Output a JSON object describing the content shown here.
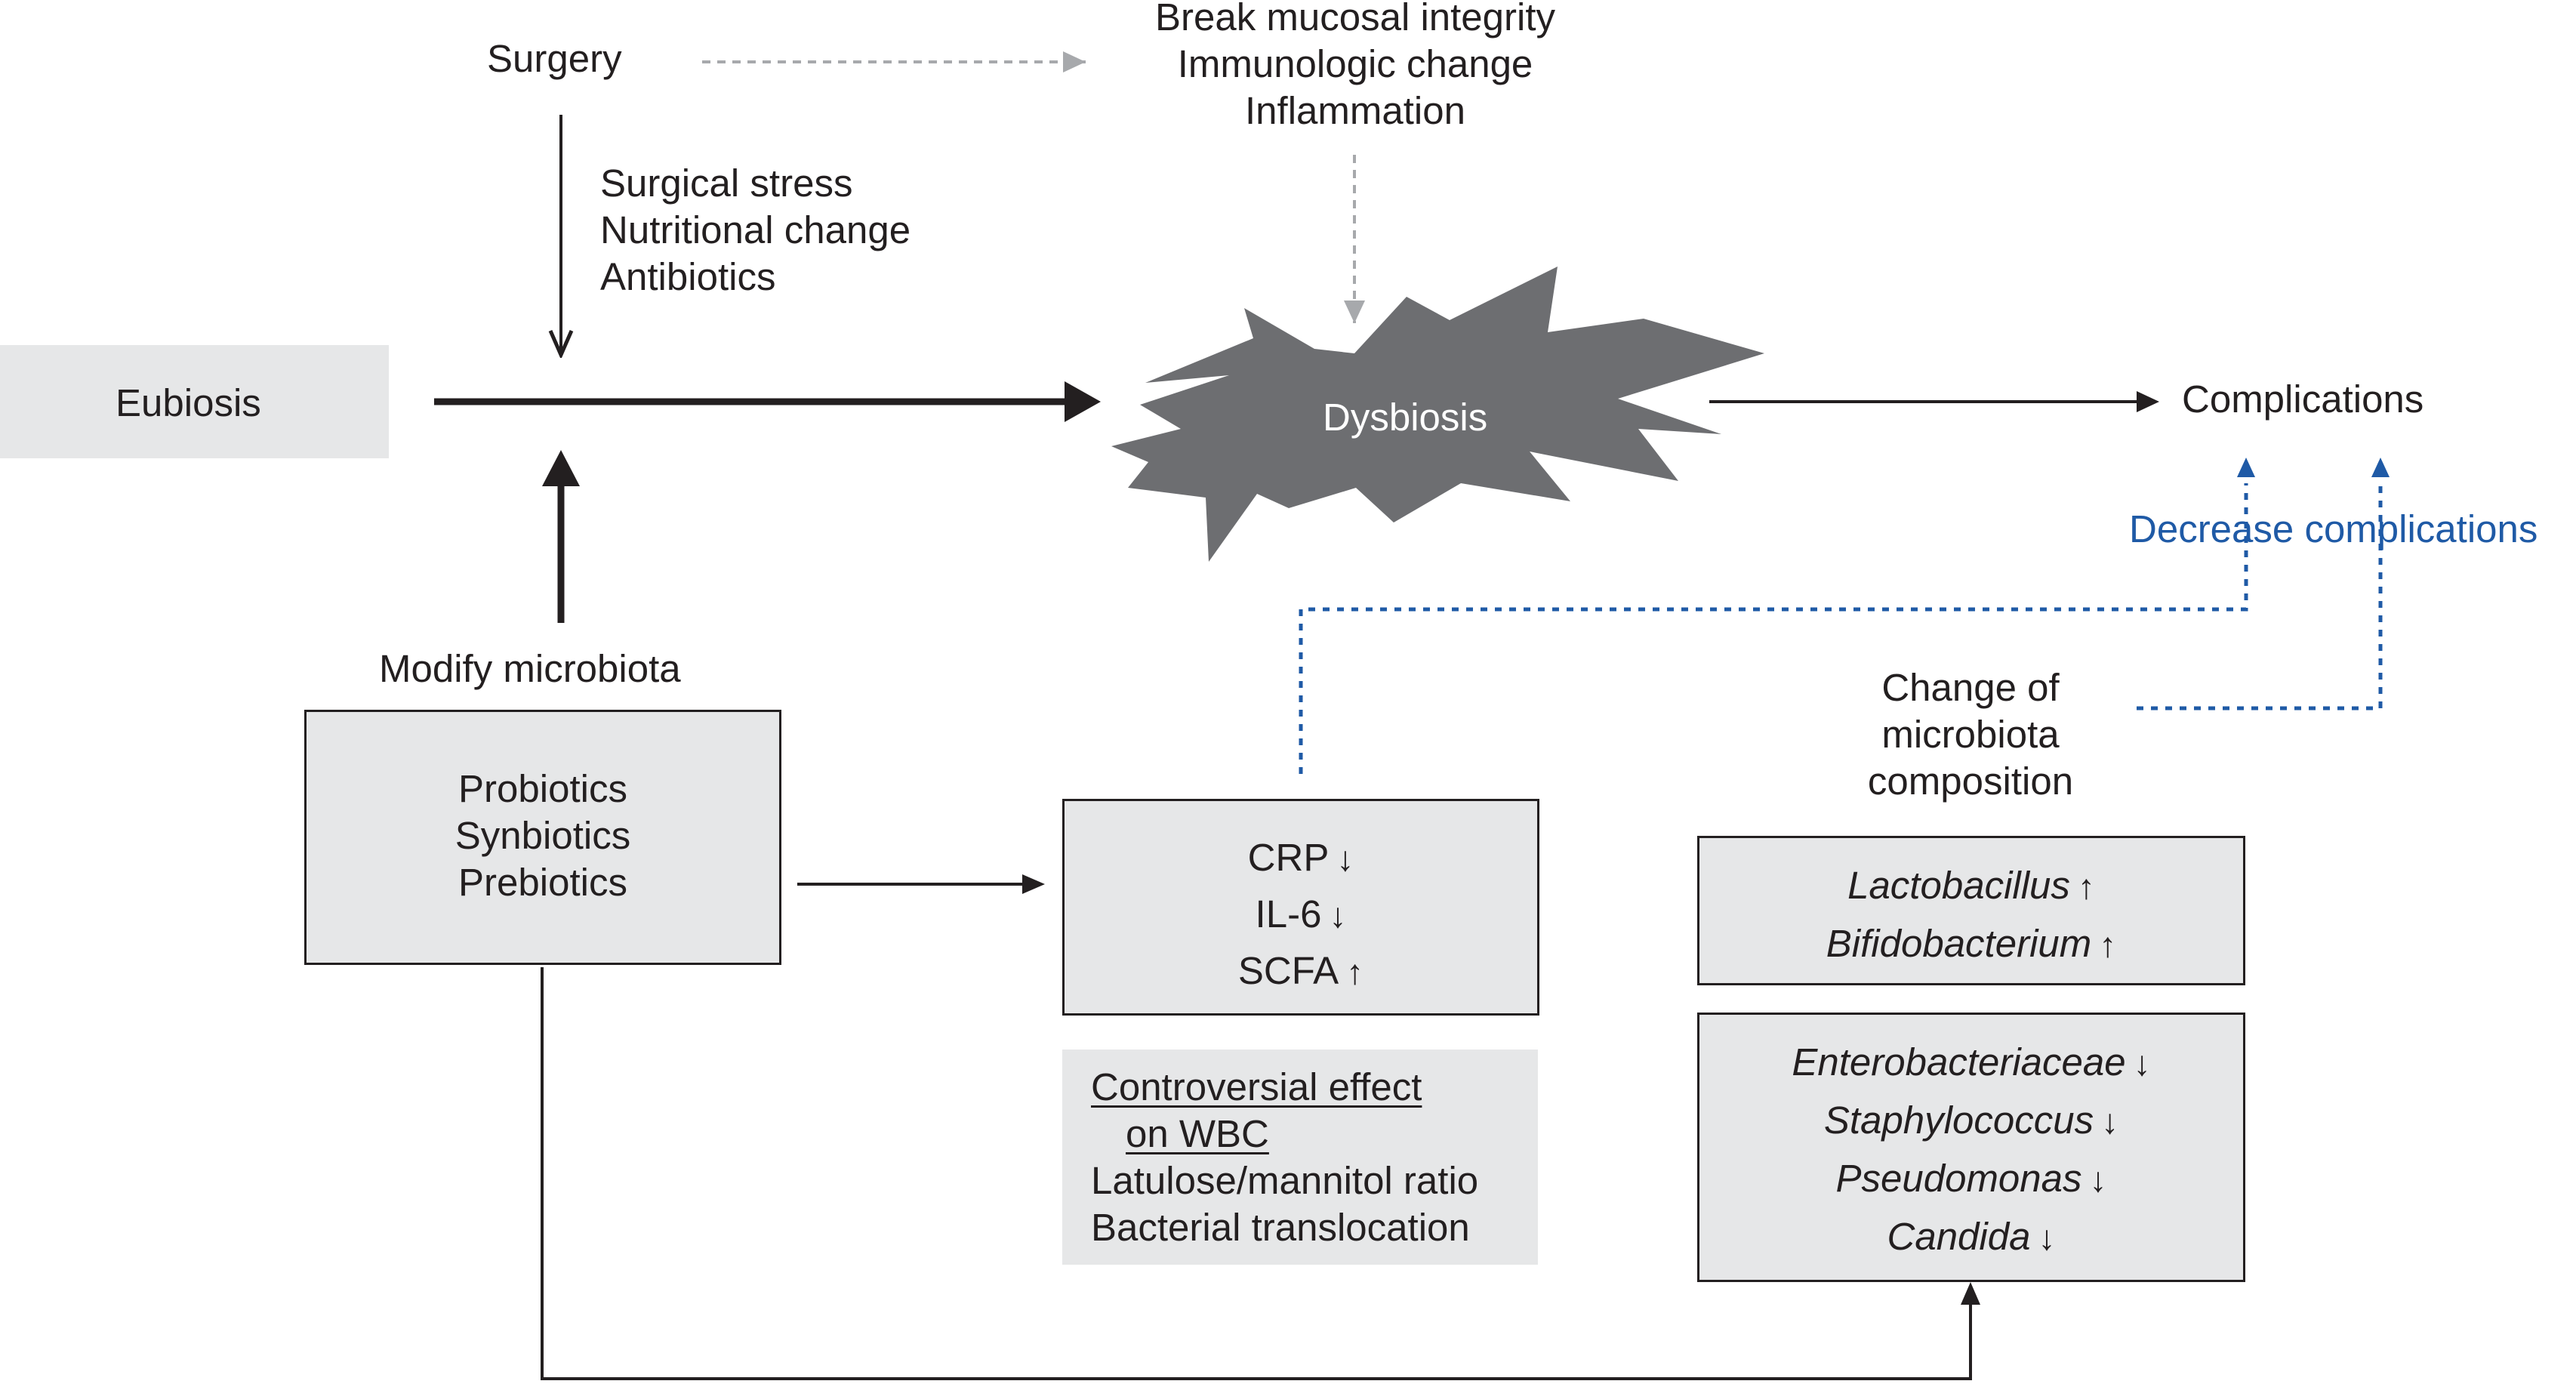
{
  "surgery": "Surgery",
  "surgery_effects": [
    "Break mucosal integrity",
    "Immunologic change",
    "Inflammation"
  ],
  "surgery_factors": [
    "Surgical stress",
    "Nutritional change",
    "Antibiotics"
  ],
  "eubiosis": "Eubiosis",
  "dysbiosis": "Dysbiosis",
  "complications": "Complications",
  "decrease_complications": "Decrease complications",
  "modify_microbiota": "Modify microbiota",
  "interventions": [
    "Probiotics",
    "Synbiotics",
    "Prebiotics"
  ],
  "markers": [
    {
      "name": "CRP",
      "dir": "↓"
    },
    {
      "name": "IL-6",
      "dir": "↓"
    },
    {
      "name": "SCFA",
      "dir": "↑"
    }
  ],
  "controversial": {
    "title_line1": "Controversial effect",
    "title_line2": "on WBC",
    "items": [
      "Latulose/mannitol ratio",
      "Bacterial translocation"
    ]
  },
  "composition_label": [
    "Change of",
    "microbiota",
    "composition"
  ],
  "increased_taxa": [
    {
      "name": "Lactobacillus",
      "dir": "↑"
    },
    {
      "name": "Bifidobacterium",
      "dir": "↑"
    }
  ],
  "decreased_taxa": [
    {
      "name": "Enterobacteriaceae",
      "dir": "↓"
    },
    {
      "name": "Staphylococcus",
      "dir": "↓"
    },
    {
      "name": "Pseudomonas",
      "dir": "↓"
    },
    {
      "name": "Candida",
      "dir": "↓"
    }
  ],
  "colors": {
    "ink": "#231f20",
    "box_fill": "#e6e7e8",
    "starburst": "#6d6e71",
    "accent_blue": "#1f5aa6",
    "dashed_grey": "#a7a9ac"
  }
}
